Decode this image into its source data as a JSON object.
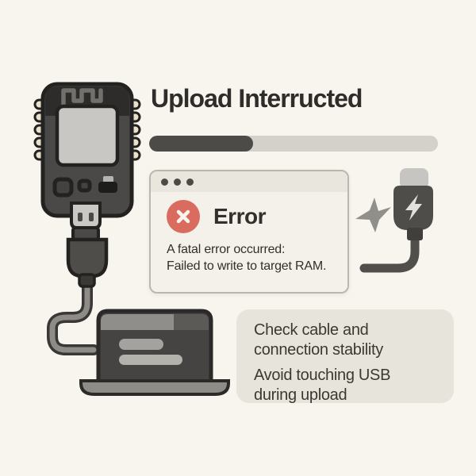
{
  "page": {
    "background_color": "#f8f5ee",
    "ink_color": "#31302c"
  },
  "title": {
    "text": "Upload Interructed"
  },
  "progress_bar": {
    "percent": 36,
    "track_color": "#d3d1ca",
    "fill_color": "#4c4b47"
  },
  "error_dialog": {
    "window_dots_count": 3,
    "heading": "Error",
    "message_line1": "A fatal error occurred:",
    "message_line2": "Failed to write to target RAM.",
    "background_color": "#f3f1e9",
    "titlebar_color": "#e9e6de",
    "border_color": "#b9b7b0",
    "error_badge_color": "#d96b5f",
    "error_icon": "x-mark-icon"
  },
  "tip_box": {
    "background_color": "#e7e4db",
    "tip1_line1": "Check cable and",
    "tip1_line2": "connection stability",
    "tip2_line1": "Avoid touching USB",
    "tip2_line2": "during upload"
  },
  "illustration": {
    "icons": [
      "esp32-dev-board-icon",
      "wifi-antenna-trace-icon",
      "rf-shield-icon",
      "micro-usb-port-icon",
      "usb-plug-icon",
      "usb-cable-icon",
      "laptop-icon",
      "usb-c-connector-icon",
      "lightning-bolt-icon",
      "spark-icon"
    ],
    "board_color": "#4a4947",
    "outline_color": "#232220",
    "pin_color": "#e9e1cc",
    "metal_color": "#c9c8c4",
    "cable_color": "#8d8c87",
    "laptop_screen_color": "#454442",
    "usb_c_body_color": "#4e4d49"
  }
}
